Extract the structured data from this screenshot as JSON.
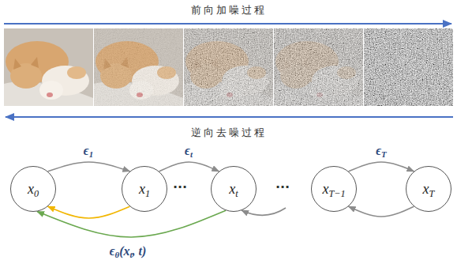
{
  "diagram": {
    "nodes": [
      {
        "text": [
          "x0"
        ]
      },
      {
        "text": [
          "x1"
        ]
      },
      {
        "text": [
          "xt"
        ]
      },
      {
        "text": [
          "xT−1"
        ]
      },
      {
        "text": [
          "xT"
        ]
      }
    ],
    "edges": [
      {
        "from": 0,
        "to": 1,
        "label": "ϵ1",
        "arrow": "to"
      },
      {
        "from": 1,
        "to": 2,
        "label": "ϵt",
        "arrow": "to"
      },
      {
        "from": 3,
        "to": 4,
        "label": "ϵT",
        "arrow": "to"
      },
      {
        "from": 4,
        "to": 3,
        "arrow": "to"
      },
      {
        "from": 1,
        "to": 0,
        "arrow": "to"
      },
      {
        "from": 2,
        "to": 0,
        "label": "ϵθ(xt, t)",
        "arrow": "to"
      }
    ],
    "labels": [
      "前向加噪过程",
      "逆向去噪过程",
      "···",
      "···"
    ]
  }
}
